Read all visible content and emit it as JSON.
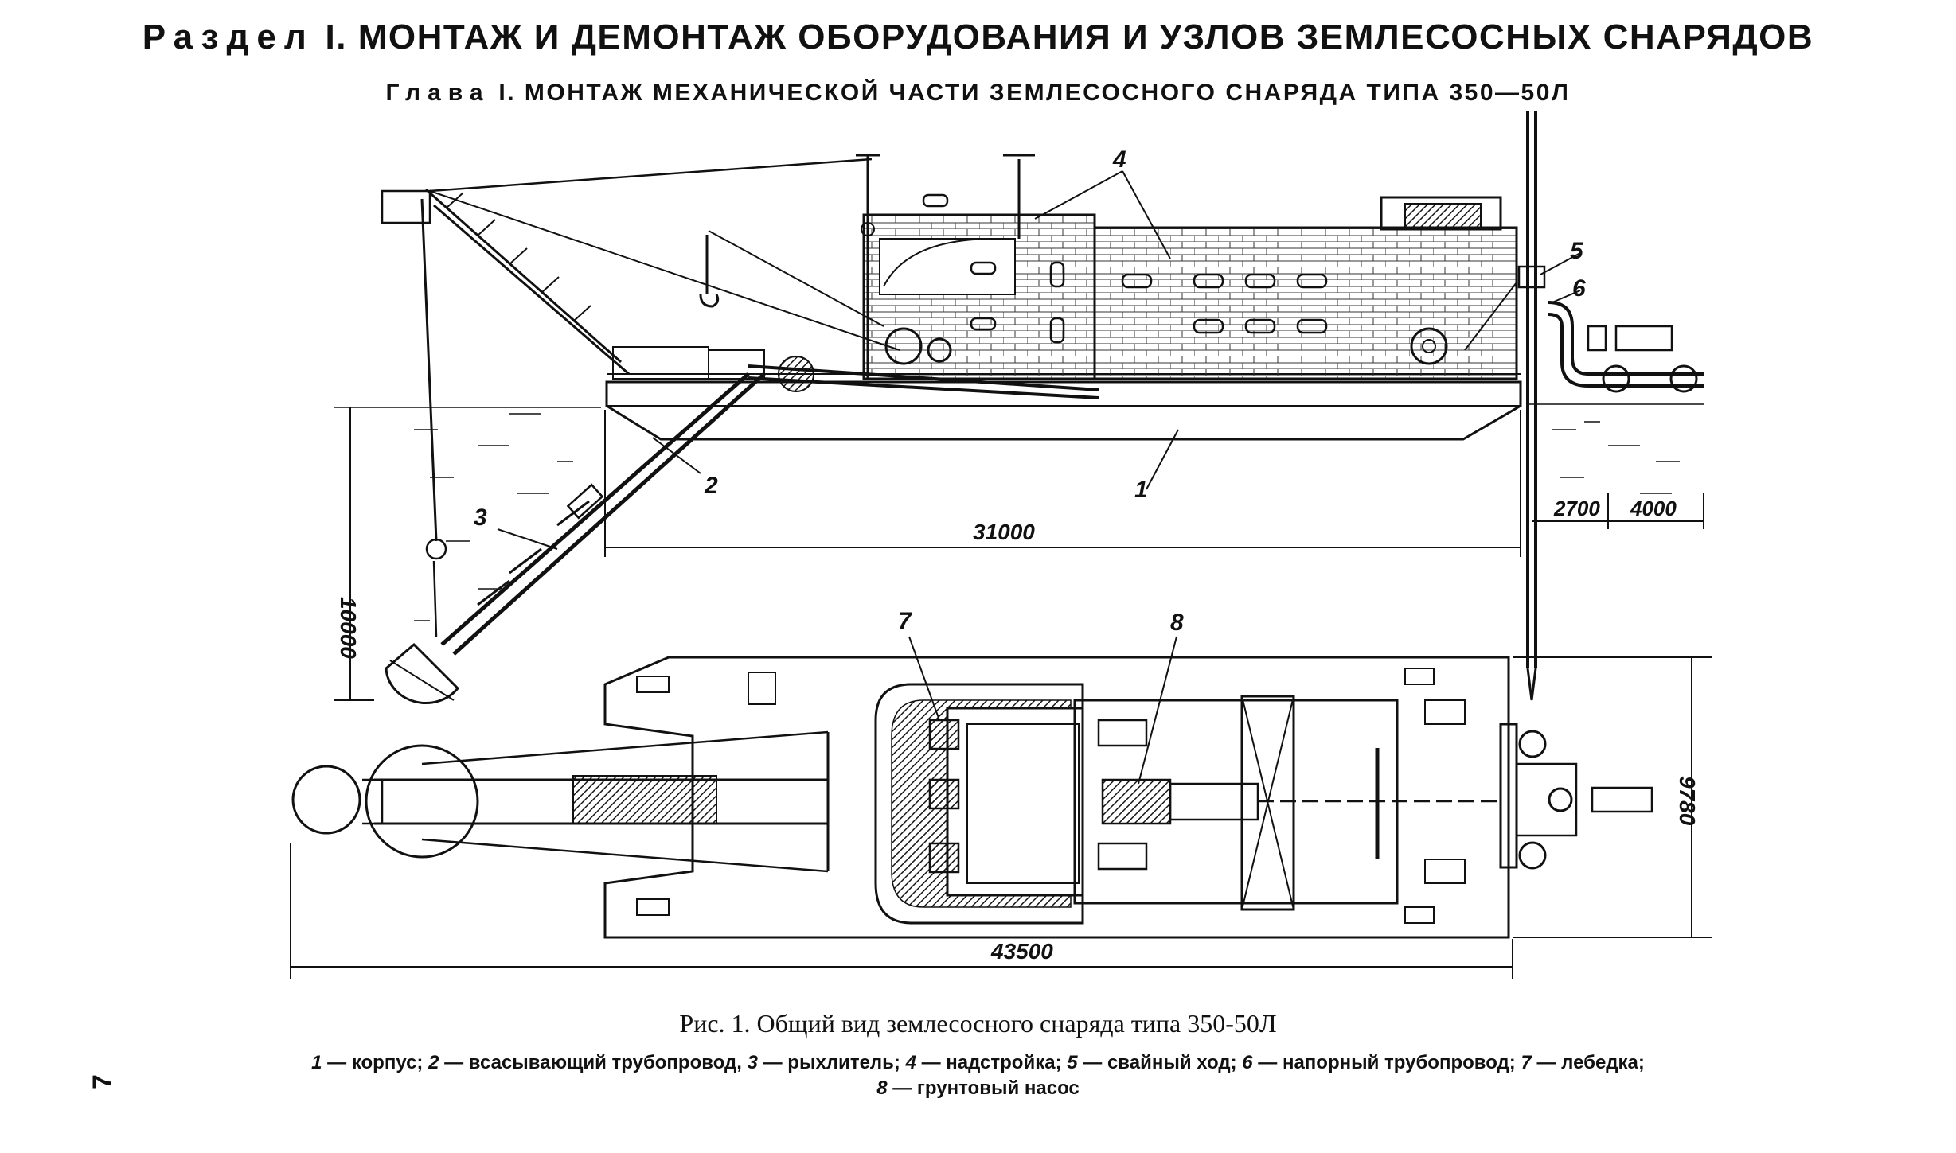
{
  "header": {
    "section_word": "Раздел",
    "section_rest": "I. МОНТАЖ И ДЕМОНТАЖ ОБОРУДОВАНИЯ И УЗЛОВ ЗЕМЛЕСОСНЫХ СНАРЯДОВ",
    "chapter_word": "Глава",
    "chapter_rest": "I. МОНТАЖ МЕХАНИЧЕСКОЙ ЧАСТИ ЗЕМЛЕСОСНОГО СНАРЯДА ТИПА 350—50Л"
  },
  "figure": {
    "callouts": [
      "1",
      "2",
      "3",
      "4",
      "5",
      "6",
      "7",
      "8"
    ],
    "dimensions": {
      "hull_length": "31000",
      "total_length": "43500",
      "depth": "10000",
      "width": "9780",
      "pile_offset": "2700",
      "pipe_offset": "4000"
    },
    "caption": "Рис. 1. Общий вид землесосного снаряда типа 350-50Л",
    "legend": [
      {
        "num": "1",
        "text": "— корпус;"
      },
      {
        "num": "2",
        "text": "— всасывающий трубопровод,"
      },
      {
        "num": "3",
        "text": "— рыхлитель;"
      },
      {
        "num": "4",
        "text": "— надстройка;"
      },
      {
        "num": "5",
        "text": "— свайный ход;"
      },
      {
        "num": "6",
        "text": "— напорный трубопровод;"
      },
      {
        "num": "7",
        "text": "— лебедка;"
      },
      {
        "num": "8",
        "text": "— грунтовый насос"
      }
    ]
  },
  "page_number": "7"
}
